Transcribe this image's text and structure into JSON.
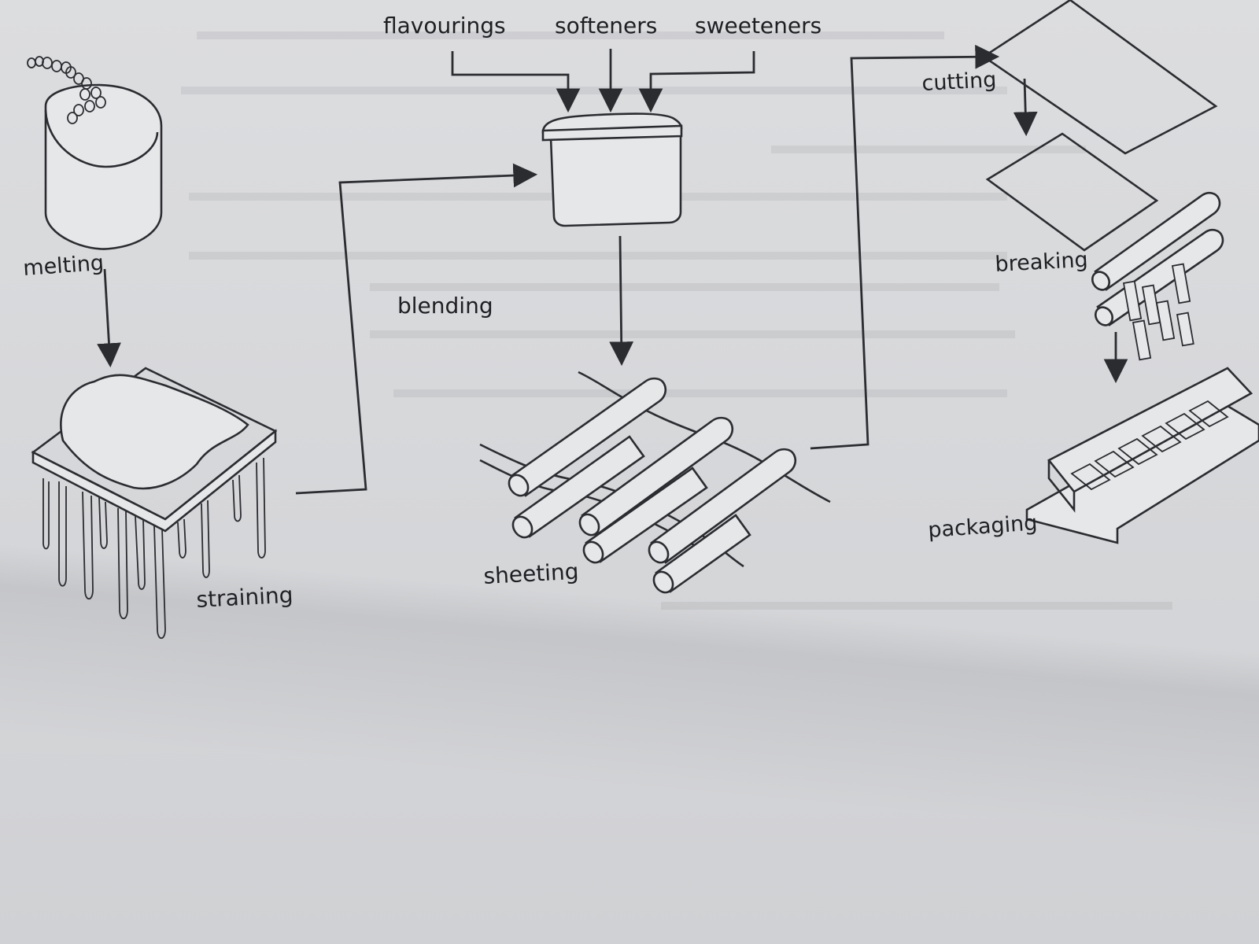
{
  "diagram": {
    "inputs": [
      "flavourings",
      "softeners",
      "sweeteners"
    ],
    "steps": [
      {
        "id": "melting",
        "label": "melting"
      },
      {
        "id": "straining",
        "label": "straining"
      },
      {
        "id": "blending",
        "label": "blending"
      },
      {
        "id": "sheeting",
        "label": "sheeting"
      },
      {
        "id": "cutting",
        "label": "cutting"
      },
      {
        "id": "breaking",
        "label": "breaking"
      },
      {
        "id": "packaging",
        "label": "packaging"
      }
    ],
    "flow": [
      "melting",
      "straining",
      "blending",
      "sheeting",
      "cutting",
      "breaking",
      "packaging"
    ]
  },
  "colors": {
    "page": "#dcdddf",
    "ink": "#2b2c30"
  }
}
